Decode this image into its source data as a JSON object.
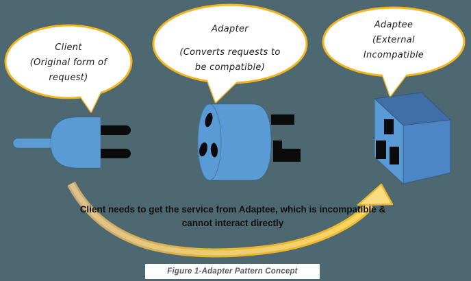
{
  "diagram_title": "Figure 1-Adapter Pattern Concept",
  "bubbles": {
    "client": {
      "title": "Client",
      "lines": [
        "(Original form of",
        "request)"
      ]
    },
    "adapter": {
      "title": "Adapter",
      "lines": [
        "(Converts requests to",
        "be compatible)"
      ]
    },
    "adaptee": {
      "title": "Adaptee",
      "lines": [
        "(External",
        "Incompatible"
      ]
    }
  },
  "note": {
    "line1": "Client needs to get the service from Adaptee, which is incompatible &",
    "line2": "cannot interact directly"
  },
  "icons": {
    "client": "power-plug-icon",
    "adapter": "adapter-cylinder-plug-icon",
    "adaptee": "socket-box-icon",
    "flow": "curved-arrow-icon"
  },
  "colors": {
    "background": "#4D6870",
    "shape_blue": "#5B9BD5",
    "box_top_blue": "#3F6FA6",
    "box_right_blue": "#4C86C6",
    "bubble_stroke": "#F5B51E",
    "bubble_fill": "#FFFFFF",
    "arrow_gold": "#F0B427",
    "arrow_head_fill": "#FBDC80",
    "prong_black": "#0B0B0B",
    "caption_text": "#595959",
    "note_text": "#101010"
  }
}
